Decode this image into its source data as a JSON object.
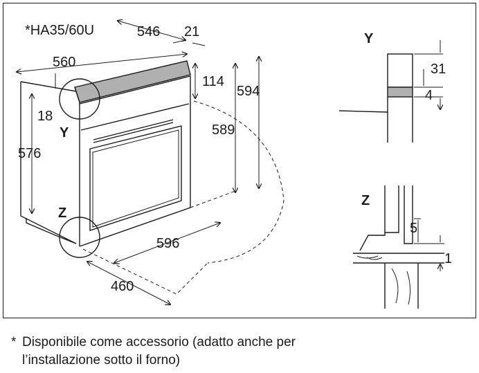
{
  "accessory_code": "*HA35/60U",
  "dimensions": {
    "top_depth": "546",
    "panel_thickness": "21",
    "side_depth": "560",
    "panel_height": "114",
    "total_height": "594",
    "top_gap": "18",
    "cabinet_height": "576",
    "front_height": "589",
    "width": "596",
    "door_depth": "460"
  },
  "details": {
    "y_label": "Y",
    "z_label": "Z",
    "y_top": "31",
    "y_slot": "4",
    "z_top": "5",
    "z_bottom": "1"
  },
  "footnote": {
    "marker": "*",
    "text_line1": "Disponibile come accessorio (adatto anche per",
    "text_line2": "l’installazione sotto il forno)"
  }
}
